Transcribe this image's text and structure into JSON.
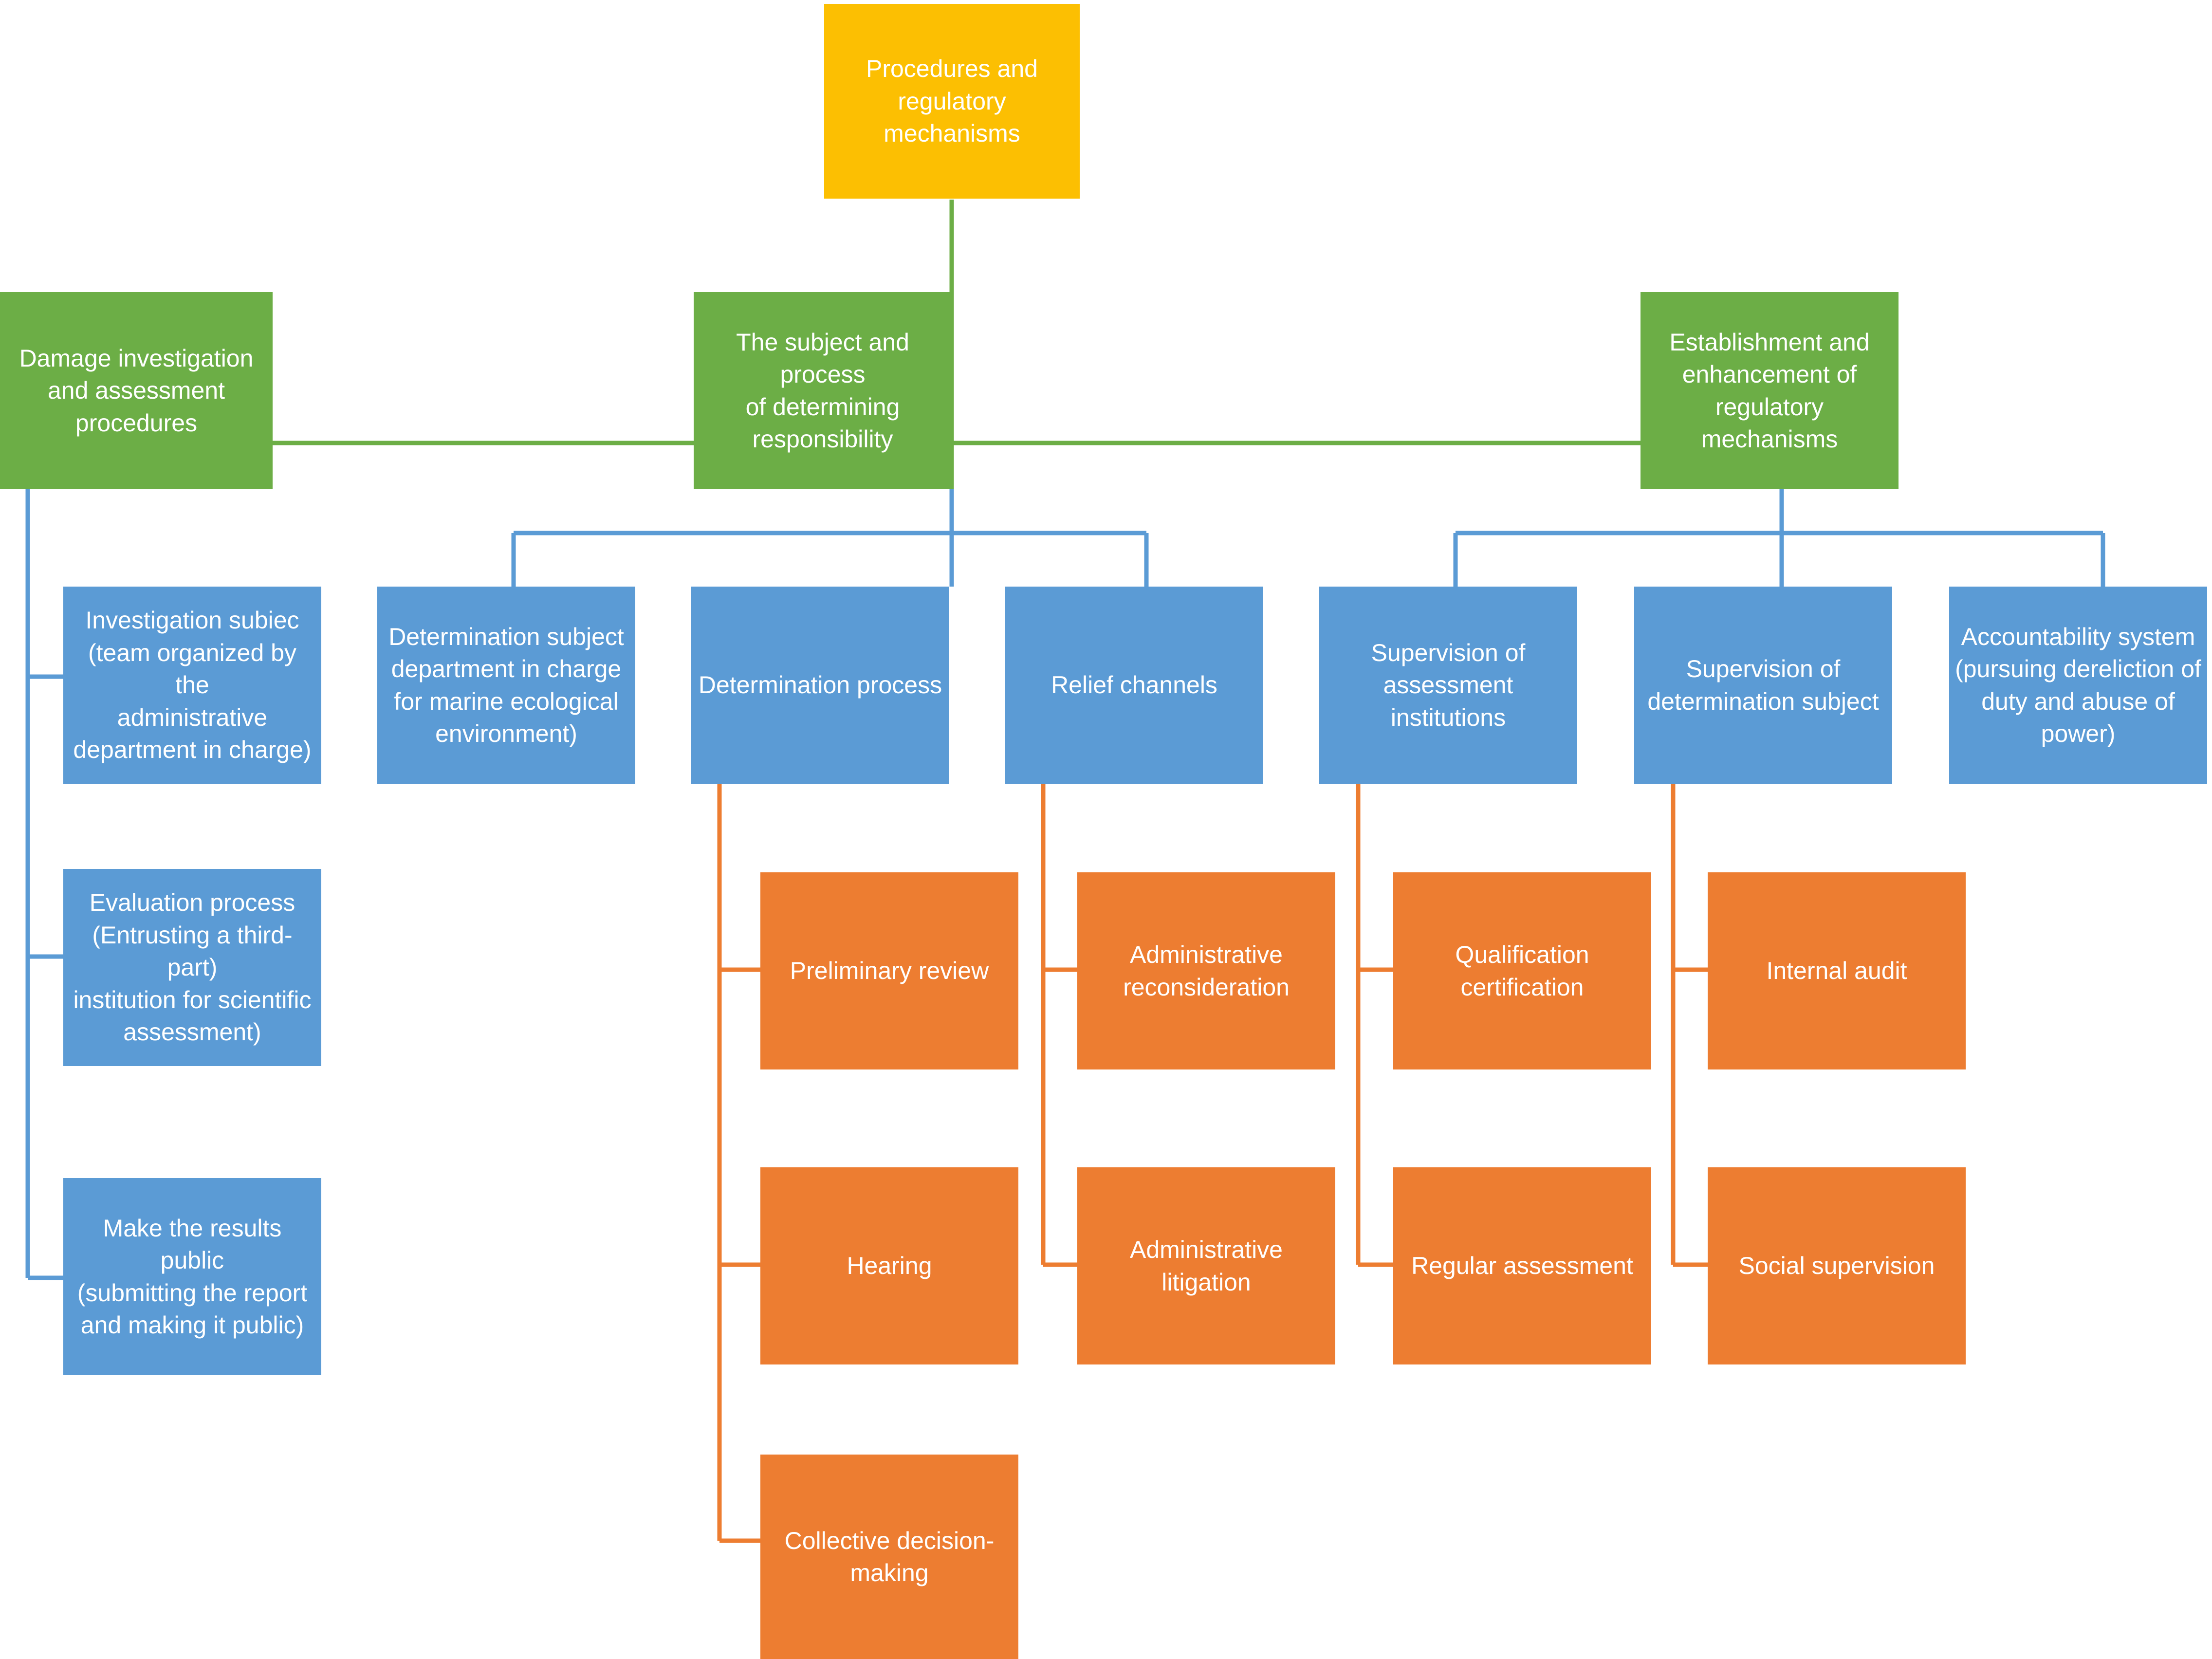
{
  "diagram": {
    "type": "hierarchy-tree",
    "title": "Procedures and regulatory mechanisms",
    "colors": {
      "root": "#fcbf02",
      "level2": "#6cae46",
      "level3": "#5b9bd5",
      "level4": "#ed7d31",
      "text": "#ffffff",
      "background": "#ffffff"
    },
    "nodes": {
      "root": {
        "label": "Procedures and\nregulatory mechanisms",
        "level": 1,
        "color": "#fcbf02"
      },
      "branch_a": {
        "label": "Damage investigation\nand assessment\nprocedures",
        "level": 2,
        "color": "#6cae46"
      },
      "branch_b": {
        "label": "The subject and process\nof determining\nresponsibility",
        "level": 2,
        "color": "#6cae46"
      },
      "branch_c": {
        "label": "Establishment and\nenhancement of\nregulatory mechanisms",
        "level": 2,
        "color": "#6cae46"
      },
      "a1": {
        "label": "Investigation subiec\n(team organized by the\nadministrative\ndepartment in charge)",
        "level": 3,
        "color": "#5b9bd5"
      },
      "a2": {
        "label": "Evaluation process\n(Entrusting a third-part)\ninstitution for scientific\nassessment)",
        "level": 3,
        "color": "#5b9bd5"
      },
      "a3": {
        "label": "Make the results public\n(submitting the report\nand making it public)",
        "level": 3,
        "color": "#5b9bd5"
      },
      "b1": {
        "label": "Determination subject\ndepartment in charge\nfor marine ecological\nenvironment)",
        "level": 3,
        "color": "#5b9bd5"
      },
      "b2": {
        "label": "Determination process",
        "level": 3,
        "color": "#5b9bd5"
      },
      "b3": {
        "label": "Relief channels",
        "level": 3,
        "color": "#5b9bd5"
      },
      "c1": {
        "label": "Supervision of\nassessment institutions",
        "level": 3,
        "color": "#5b9bd5"
      },
      "c2": {
        "label": "Supervision of\ndetermination subject",
        "level": 3,
        "color": "#5b9bd5"
      },
      "c3": {
        "label": "Accountability system\n(pursuing dereliction of\nduty and abuse of\npower)",
        "level": 3,
        "color": "#5b9bd5"
      },
      "b2a": {
        "label": "Preliminary review",
        "level": 4,
        "color": "#ed7d31"
      },
      "b2b": {
        "label": "Hearing",
        "level": 4,
        "color": "#ed7d31"
      },
      "b2c": {
        "label": "Collective decision-\nmaking",
        "level": 4,
        "color": "#ed7d31"
      },
      "b3a": {
        "label": "Administrative\nreconsideration",
        "level": 4,
        "color": "#ed7d31"
      },
      "b3b": {
        "label": "Administrative litigation",
        "level": 4,
        "color": "#ed7d31"
      },
      "c1a": {
        "label": "Qualification certification",
        "level": 4,
        "color": "#ed7d31"
      },
      "c1b": {
        "label": "Regular assessment",
        "level": 4,
        "color": "#ed7d31"
      },
      "c2a": {
        "label": "Internal audit",
        "level": 4,
        "color": "#ed7d31"
      },
      "c2b": {
        "label": "Social supervision",
        "level": 4,
        "color": "#ed7d31"
      }
    }
  }
}
